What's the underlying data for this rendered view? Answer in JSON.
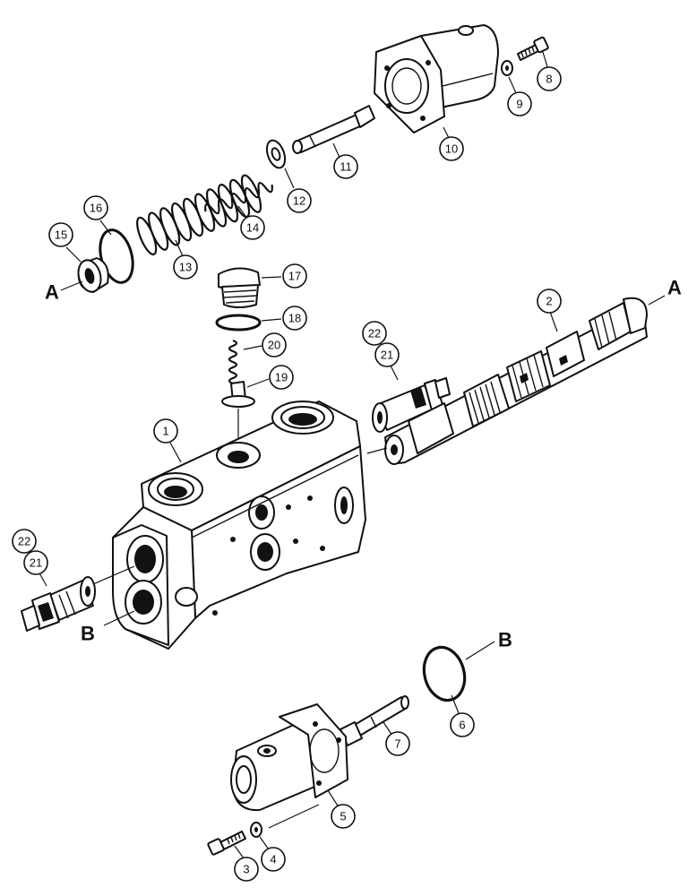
{
  "figure": {
    "callouts": [
      "1",
      "2",
      "3",
      "4",
      "5",
      "6",
      "7",
      "8",
      "9",
      "10",
      "11",
      "12",
      "13",
      "14",
      "15",
      "16",
      "17",
      "18",
      "19",
      "20",
      "21",
      "22",
      "21",
      "22"
    ],
    "reference_letters": [
      "A",
      "A",
      "B",
      "B"
    ]
  }
}
